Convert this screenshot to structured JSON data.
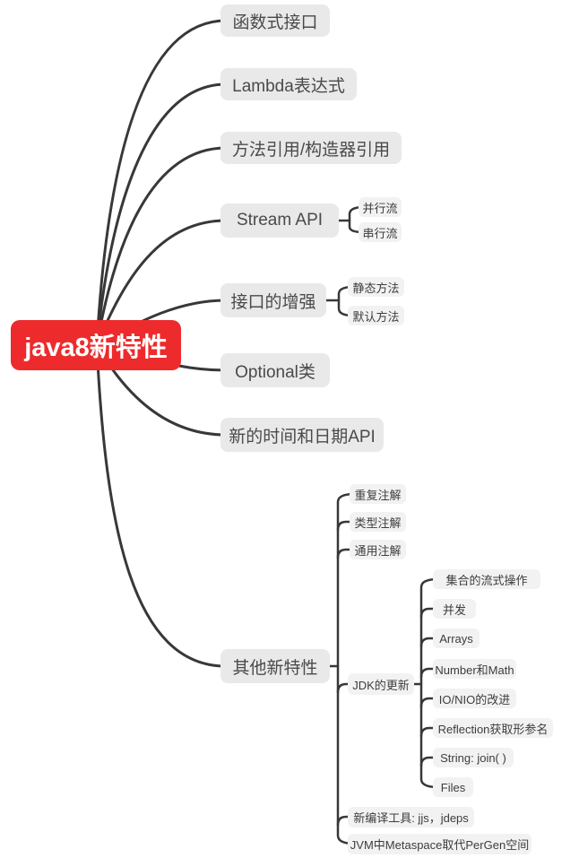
{
  "colors": {
    "background": "#ffffff",
    "root_bg": "#ed2b2d",
    "root_text": "#ffffff",
    "branch_bg": "#e9e9e9",
    "branch_text": "#4a4a4a",
    "leaf_bg": "#f2f2f2",
    "leaf_text": "#3d3d3d",
    "line": "#383838"
  },
  "mindmap": {
    "root": {
      "label": "java8新特性"
    },
    "branches": [
      {
        "label": "函数式接口",
        "children": []
      },
      {
        "label": "Lambda表达式",
        "children": []
      },
      {
        "label": "方法引用/构造器引用",
        "children": []
      },
      {
        "label": "Stream API",
        "children": [
          {
            "label": "并行流"
          },
          {
            "label": "串行流"
          }
        ]
      },
      {
        "label": "接口的增强",
        "children": [
          {
            "label": "静态方法"
          },
          {
            "label": "默认方法"
          }
        ]
      },
      {
        "label": "Optional类",
        "children": []
      },
      {
        "label": "新的时间和日期API",
        "children": []
      },
      {
        "label": "其他新特性",
        "children": [
          {
            "label": "重复注解"
          },
          {
            "label": "类型注解"
          },
          {
            "label": "通用注解"
          },
          {
            "label": "JDK的更新",
            "children": [
              {
                "label": "集合的流式操作"
              },
              {
                "label": "并发"
              },
              {
                "label": "Arrays"
              },
              {
                "label": "Number和Math"
              },
              {
                "label": "IO/NIO的改进"
              },
              {
                "label": "Reflection获取形参名"
              },
              {
                "label": "String: join( )"
              },
              {
                "label": "Files"
              }
            ]
          },
          {
            "label": "新编译工具: jjs，jdeps"
          },
          {
            "label": "JVM中Metaspace取代PerGen空间"
          }
        ]
      }
    ]
  }
}
